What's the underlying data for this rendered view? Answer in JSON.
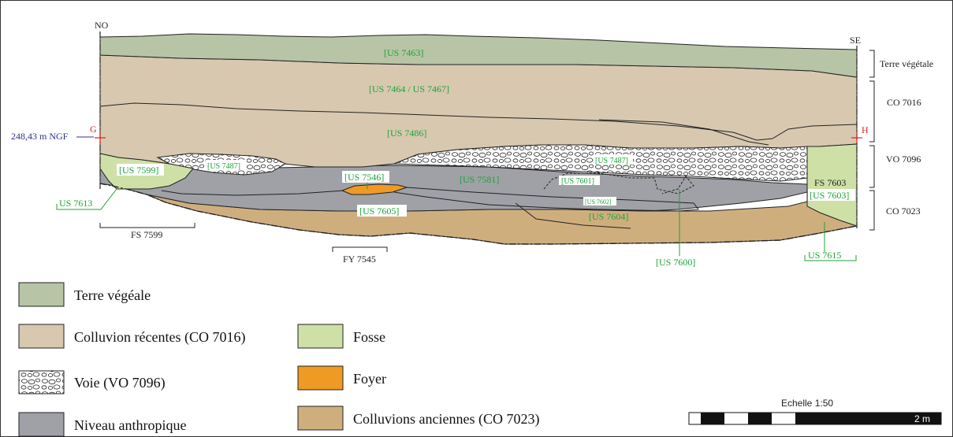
{
  "colors": {
    "terre_vegetale": "#b7c4a6",
    "colluvion_recente": "#d8c8b0",
    "voie": "#ffffff",
    "niveau_anthropique": "#9fa1a6",
    "fosse": "#cfe0a6",
    "foyer": "#ef9a25",
    "colluvions_anciennes": "#cfae7e",
    "unit_label": "#1fa33a",
    "ngf_label": "#2e3192",
    "point_marker": "#e02020"
  },
  "orientation": {
    "left": "NO",
    "right": "SE"
  },
  "reference": {
    "level": "248,43  m NGF",
    "point_left": "G",
    "point_right": "H"
  },
  "units": {
    "us7463": "[US 7463]",
    "us7464": "[US 7464 / US 7467]",
    "us7486": "[US 7486]",
    "us7599": "[US 7599]",
    "us7487a": "[US 7487]",
    "us7487b": "[US 7487]",
    "us7546": "[US 7546]",
    "us7581": "[US 7581]",
    "us7601": "[US 7601]",
    "us7602": "[US 7602]",
    "us7603": "[US 7603]",
    "us7604": "[US 7604]",
    "us7605": "[US 7605]",
    "us7613": "US 7613",
    "us7600": "[US 7600]",
    "us7615": "US 7615"
  },
  "features": {
    "fs7599": "FS 7599",
    "fy7545": "FY 7545",
    "fs7603": "FS 7603"
  },
  "brackets": {
    "terre": "Terre végétale",
    "co7016": "CO 7016",
    "vo7096": "VO 7096",
    "co7023": "CO 7023"
  },
  "legend": {
    "terre_vegetale": "Terre végéale",
    "colluvion_recente": "Colluvion récentes (CO 7016)",
    "voie": "Voie (VO 7096)",
    "niveau_anthropique": "Niveau anthropique",
    "fosse": "Fosse",
    "foyer": "Foyer",
    "colluvions_anciennes": "Colluvions anciennes (CO 7023)"
  },
  "scale": {
    "title": "Echelle 1:50",
    "length": "2 m"
  }
}
